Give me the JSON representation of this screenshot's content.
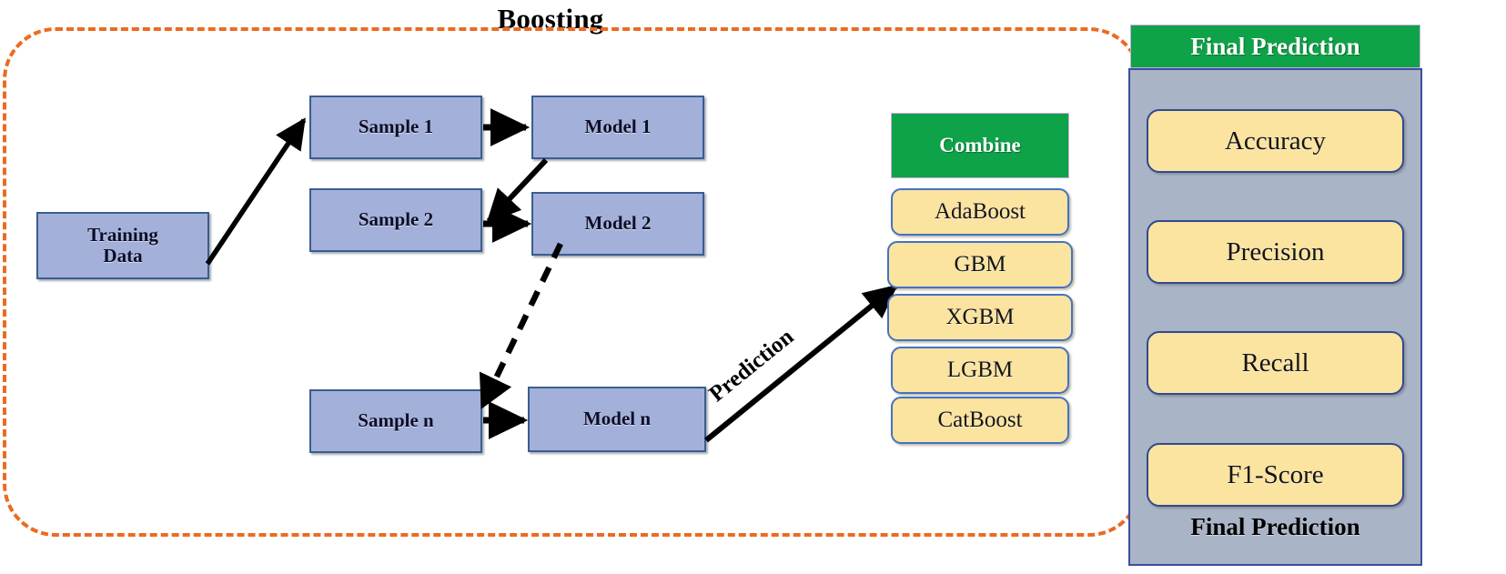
{
  "title": "Boosting",
  "colors": {
    "dashed_border": "#ED6A20",
    "process_box_fill": "#A3B1DA",
    "process_box_border": "#3A5D8F",
    "green_header": "#0FA349",
    "yellow_box_fill": "#FBE3A0",
    "yellow_box_border": "#4472C4",
    "grey_panel_fill": "#A9B4C6",
    "grey_panel_border": "#3A4FA0",
    "connector_arrow": "#4E93CE",
    "arrow_black": "#000000"
  },
  "flow": {
    "training_data": "Training\nData",
    "training_data_line1": "Training",
    "training_data_line2": "Data",
    "samples": [
      {
        "label": "Sample 1"
      },
      {
        "label": "Sample 2"
      },
      {
        "label": "Sample n"
      }
    ],
    "models": [
      {
        "label": "Model 1"
      },
      {
        "label": "Model 2"
      },
      {
        "label": "Model n"
      }
    ],
    "prediction_label": "Prediction"
  },
  "combine": {
    "header": "Combine",
    "algorithms": [
      {
        "label": "AdaBoost"
      },
      {
        "label": "GBM"
      },
      {
        "label": "XGBM"
      },
      {
        "label": "LGBM"
      },
      {
        "label": "CatBoost"
      }
    ]
  },
  "final_panel": {
    "header": "Final Prediction",
    "footer": "Final Prediction",
    "metrics": [
      {
        "label": "Accuracy"
      },
      {
        "label": "Precision"
      },
      {
        "label": "Recall"
      },
      {
        "label": "F1-Score"
      }
    ]
  },
  "icons": {
    "connector": "right-arrow-icon",
    "flow_solid": "solid-arrow-icon",
    "flow_dashed": "dashed-arrow-icon",
    "metric_flow": "dotted-down-arrow-icon"
  }
}
